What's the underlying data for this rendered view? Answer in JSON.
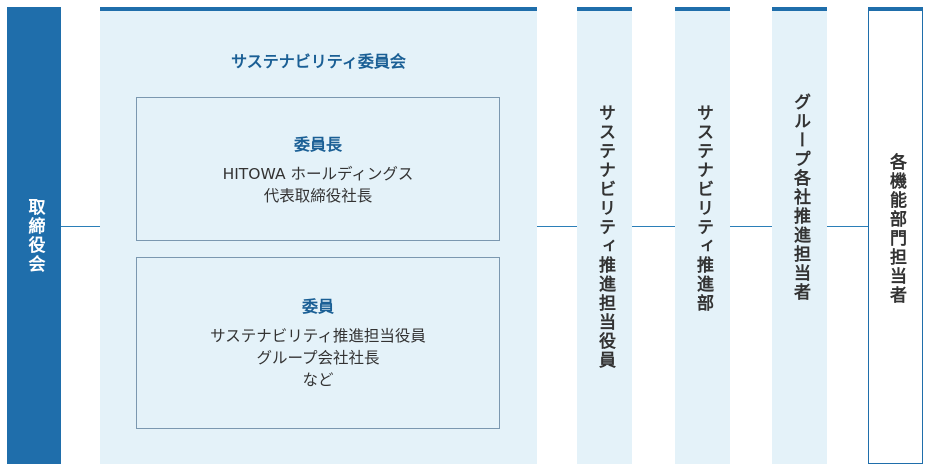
{
  "board": {
    "label": "取締役会"
  },
  "committee": {
    "title": "サステナビリティ委員会",
    "chair": {
      "title": "委員長",
      "lines": [
        "HITOWA ホールディングス",
        "代表取締役社長"
      ]
    },
    "members": {
      "title": "委員",
      "lines": [
        "サステナビリティ推進担当役員",
        "グループ会社社長",
        "など"
      ]
    }
  },
  "columns": [
    {
      "label": "サステナビリティ推進担当役員"
    },
    {
      "label": "サステナビリティ推進部"
    },
    {
      "label": "グループ各社推進担当者"
    },
    {
      "label": "各機能部門担当者"
    }
  ],
  "colors": {
    "primary": "#1f6eab",
    "panel": "#e4f2f9",
    "heading": "#1a5f95",
    "text": "#333333"
  }
}
